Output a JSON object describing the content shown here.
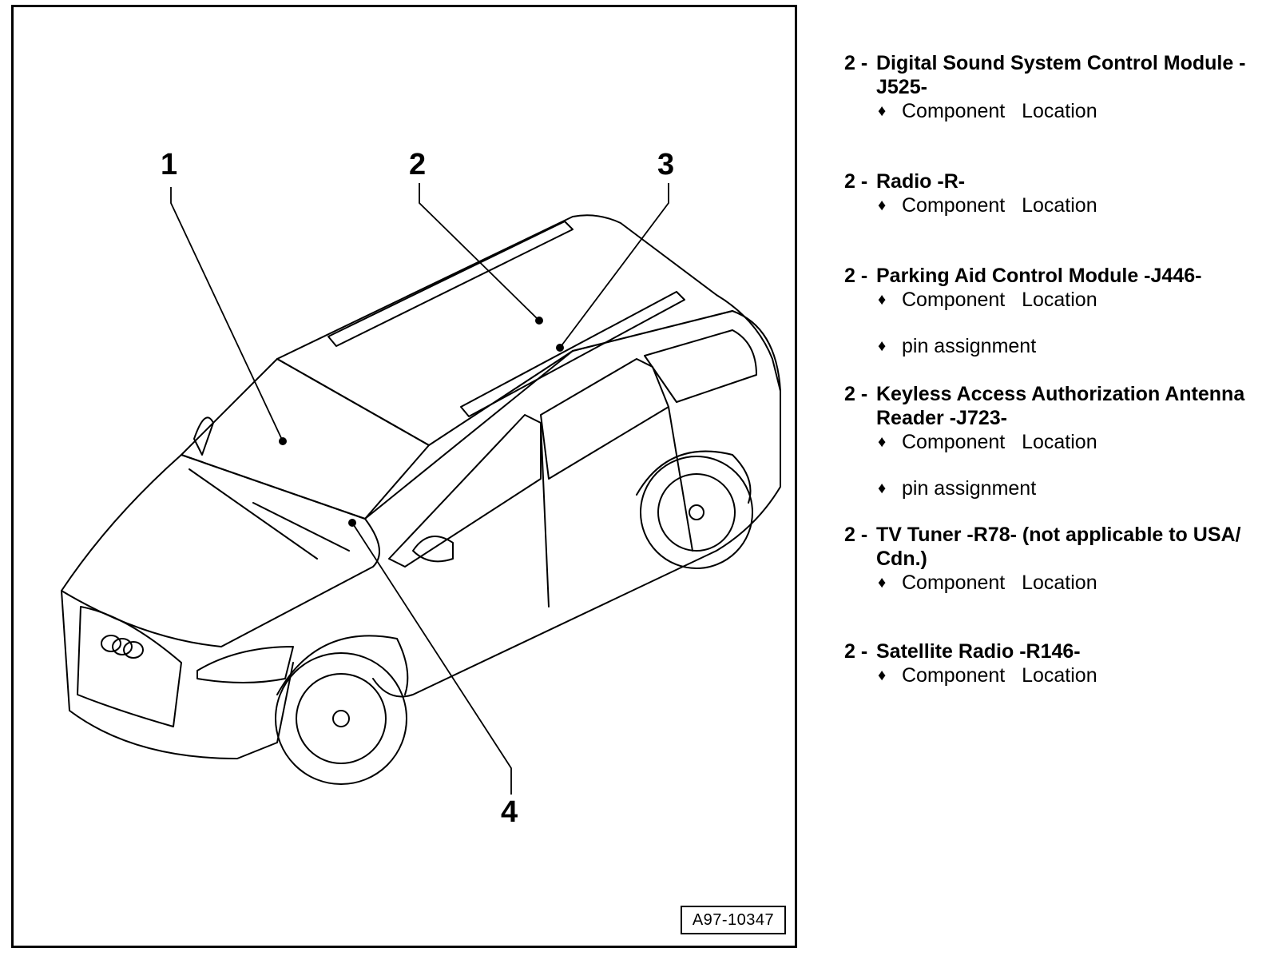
{
  "figure": {
    "reference_code": "A97-10347",
    "callouts": [
      "1",
      "2",
      "3",
      "4"
    ]
  },
  "legend": [
    {
      "number": "2 -",
      "title": "Digital Sound System Control Module -J525-",
      "links": [
        {
          "bullet": "♦",
          "text": "Component   Location"
        }
      ]
    },
    {
      "number": "2 -",
      "title": "Radio -R-",
      "links": [
        {
          "bullet": "♦",
          "text": "Component   Location"
        }
      ]
    },
    {
      "number": "2 -",
      "title": "Parking Aid Control Module -J446-",
      "links": [
        {
          "bullet": "♦",
          "text": "Component   Location"
        },
        {
          "bullet": "♦",
          "text": "pin assignment"
        }
      ]
    },
    {
      "number": "2 -",
      "title": "Keyless Access Authorization Antenna Reader -J723-",
      "links": [
        {
          "bullet": "♦",
          "text": "Component   Location"
        },
        {
          "bullet": "♦",
          "text": "pin assignment"
        }
      ]
    },
    {
      "number": "2 -",
      "title": "TV Tuner -R78- (not applicable to USA/ Cdn.)",
      "links": [
        {
          "bullet": "♦",
          "text": "Component   Location"
        }
      ]
    },
    {
      "number": "2 -",
      "title": "Satellite Radio -R146-",
      "links": [
        {
          "bullet": "♦",
          "text": "Component   Location"
        }
      ]
    }
  ]
}
